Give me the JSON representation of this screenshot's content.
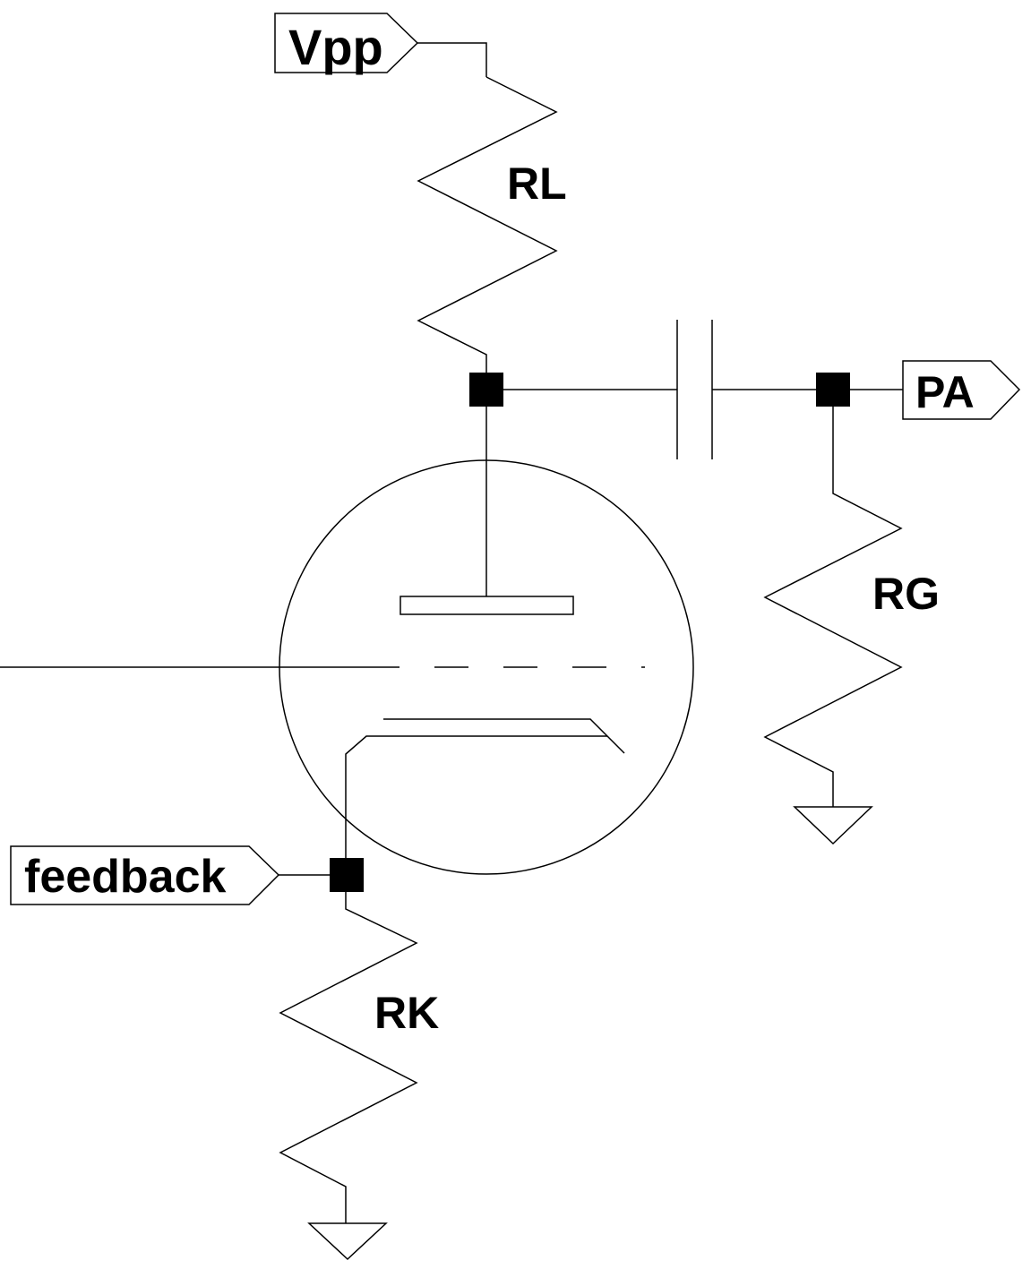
{
  "ports": {
    "vpp": "Vpp",
    "pa": "PA",
    "feedback": "feedback"
  },
  "components": {
    "rl": "RL",
    "rg": "RG",
    "rk": "RK"
  },
  "colors": {
    "ink": "#000000",
    "background": "#ffffff"
  }
}
